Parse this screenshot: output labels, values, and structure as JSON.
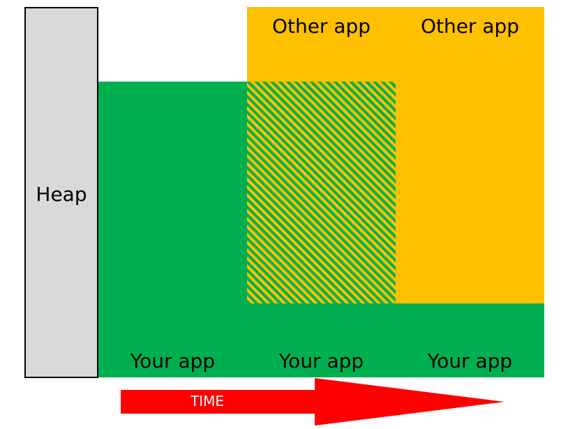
{
  "heap": {
    "label": "Heap"
  },
  "columns": [
    {
      "your_app_label": "Your app",
      "other_app_label": ""
    },
    {
      "your_app_label": "Your app",
      "other_app_label": "Other app"
    },
    {
      "your_app_label": "Your app",
      "other_app_label": "Other app"
    }
  ],
  "timeline": {
    "label": "TIME"
  },
  "colors": {
    "heap": "#d9d9d9",
    "your_app": "#00b050",
    "other_app": "#ffc000",
    "time_arrow": "#ff0000"
  }
}
